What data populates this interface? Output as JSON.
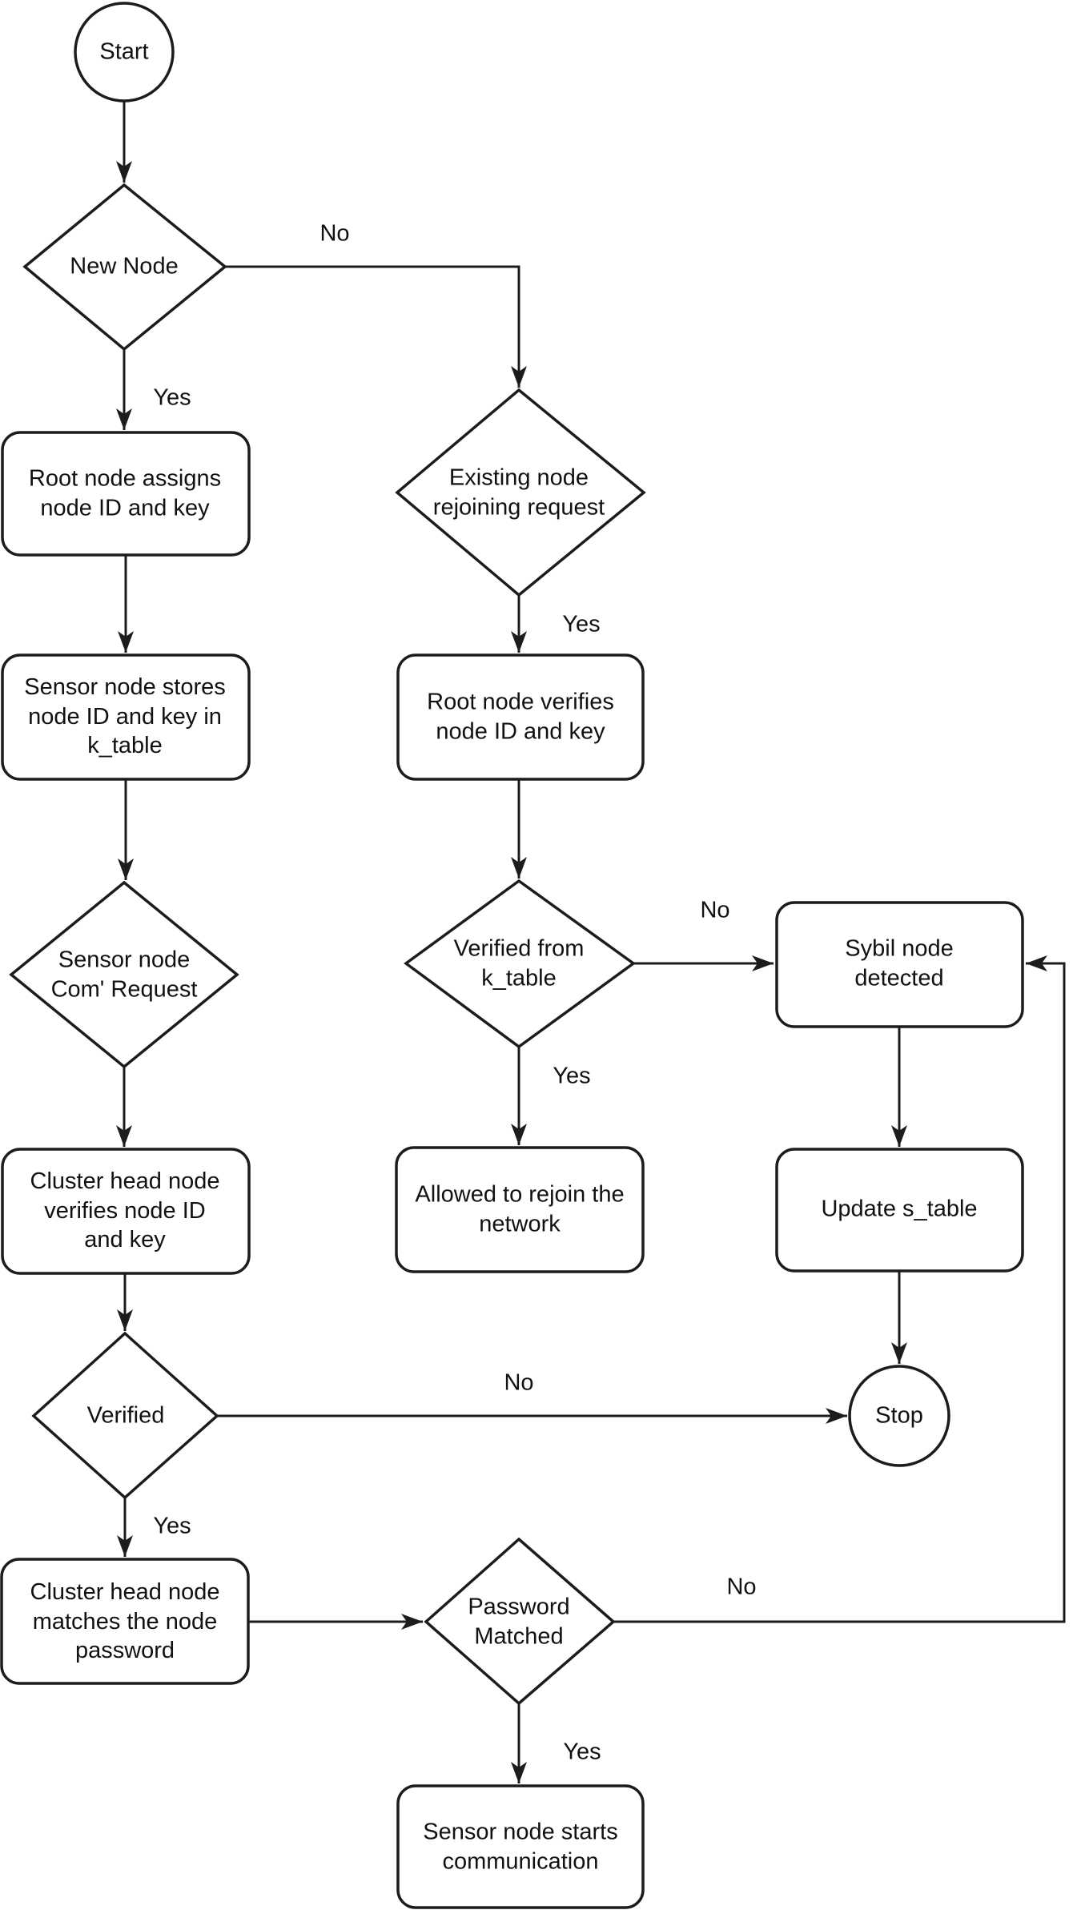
{
  "diagram": {
    "type": "flowchart",
    "colors": {
      "stroke": "#1c1c1c",
      "fill": "#ffffff",
      "text": "#111111",
      "background": "#ffffff"
    },
    "nodes": [
      {
        "id": "start",
        "type": "terminator",
        "label": "Start"
      },
      {
        "id": "new_node",
        "type": "decision",
        "label": "New Node"
      },
      {
        "id": "root_assigns",
        "type": "process",
        "label": "Root node assigns\nnode ID and key"
      },
      {
        "id": "sensor_stores",
        "type": "process",
        "label": "Sensor node stores\nnode ID and key in\nk_table"
      },
      {
        "id": "com_request",
        "type": "decision",
        "label": "Sensor node\nCom' Request"
      },
      {
        "id": "cluster_verifies",
        "type": "process",
        "label": "Cluster head node\nverifies node ID\nand key"
      },
      {
        "id": "verified",
        "type": "decision",
        "label": "Verified"
      },
      {
        "id": "cluster_matches",
        "type": "process",
        "label": "Cluster head node\nmatches the node\npassword"
      },
      {
        "id": "existing_rejoin",
        "type": "decision",
        "label": "Existing node\nrejoining request"
      },
      {
        "id": "root_verifies",
        "type": "process",
        "label": "Root node verifies\nnode ID and key"
      },
      {
        "id": "verified_ktable",
        "type": "decision",
        "label": "Verified from\nk_table"
      },
      {
        "id": "allowed_rejoin",
        "type": "process",
        "label": "Allowed to rejoin the\nnetwork"
      },
      {
        "id": "password_matched",
        "type": "decision",
        "label": "Password\nMatched"
      },
      {
        "id": "sensor_starts",
        "type": "process",
        "label": "Sensor node starts\ncommunication"
      },
      {
        "id": "sybil_detected",
        "type": "process",
        "label": "Sybil node detected"
      },
      {
        "id": "update_stable",
        "type": "process",
        "label": "Update s_table"
      },
      {
        "id": "stop",
        "type": "terminator",
        "label": "Stop"
      }
    ],
    "edges": [
      {
        "from": "start",
        "to": "new_node",
        "label": ""
      },
      {
        "from": "new_node",
        "to": "root_assigns",
        "label": "Yes"
      },
      {
        "from": "new_node",
        "to": "existing_rejoin",
        "label": "No"
      },
      {
        "from": "root_assigns",
        "to": "sensor_stores",
        "label": ""
      },
      {
        "from": "sensor_stores",
        "to": "com_request",
        "label": ""
      },
      {
        "from": "com_request",
        "to": "cluster_verifies",
        "label": ""
      },
      {
        "from": "cluster_verifies",
        "to": "verified",
        "label": ""
      },
      {
        "from": "verified",
        "to": "cluster_matches",
        "label": "Yes"
      },
      {
        "from": "verified",
        "to": "stop",
        "label": "No"
      },
      {
        "from": "cluster_matches",
        "to": "password_matched",
        "label": ""
      },
      {
        "from": "existing_rejoin",
        "to": "root_verifies",
        "label": "Yes"
      },
      {
        "from": "root_verifies",
        "to": "verified_ktable",
        "label": ""
      },
      {
        "from": "verified_ktable",
        "to": "sybil_detected",
        "label": "No"
      },
      {
        "from": "verified_ktable",
        "to": "allowed_rejoin",
        "label": "Yes"
      },
      {
        "from": "sybil_detected",
        "to": "update_stable",
        "label": ""
      },
      {
        "from": "update_stable",
        "to": "stop",
        "label": ""
      },
      {
        "from": "password_matched",
        "to": "sybil_detected",
        "label": "No"
      },
      {
        "from": "password_matched",
        "to": "sensor_starts",
        "label": "Yes"
      }
    ]
  }
}
